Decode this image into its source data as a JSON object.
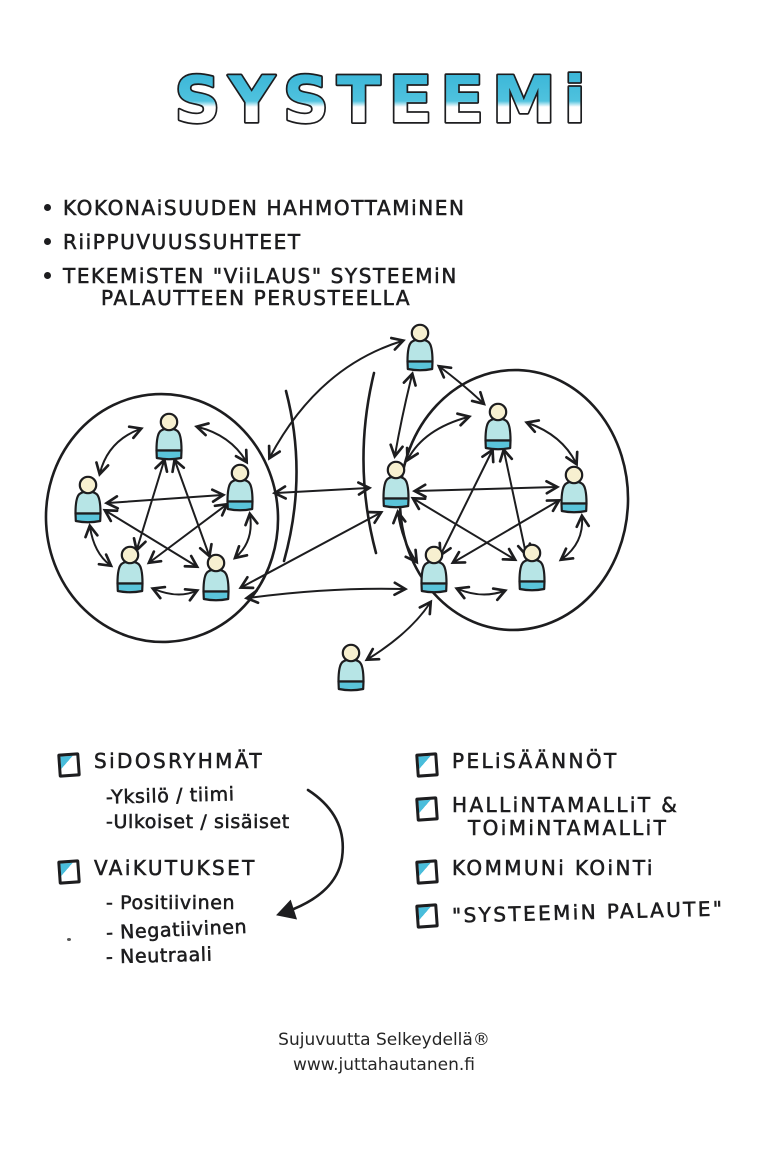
{
  "title": {
    "text": "SYSTEEMi"
  },
  "colors": {
    "ink": "#1d1d1f",
    "title_fill": "#3cb8d8",
    "person_head": "#f7f0d0",
    "person_body": "#b7e5e6",
    "person_band": "#5ac4da",
    "checkbox_accent": "#49bddb"
  },
  "bullets": {
    "items": [
      {
        "text": "KOKONAiSUUDEN HAHMOTTAMiNEN"
      },
      {
        "text": "RiiPPUVUUSSUHTEET"
      },
      {
        "text": "TEKEMiSTEN \"ViiLAUS\" SYSTEEMiN"
      },
      {
        "text": "PALAUTTEEN PERUSTEELLA"
      }
    ]
  },
  "diagram": {
    "description": "two overlapping team circles of peg-figures linked by bidirectional arrows",
    "groups": [
      {
        "name": "left-team-circle",
        "people": 5
      },
      {
        "name": "right-team-circle",
        "people": 5
      }
    ],
    "loose_individuals": 2,
    "arrow_style": "double-headed"
  },
  "left_list": {
    "sections": [
      {
        "heading": "SiDOSRYHMÄT",
        "items": [
          "-Yksilö / tiimi",
          "-Ulkoiset / sisäiset"
        ]
      },
      {
        "heading": "VAiKUTUKSET",
        "items": [
          "- Positiivinen",
          "- Negatiivinen",
          "- Neutraali"
        ]
      }
    ]
  },
  "right_list": {
    "items": [
      {
        "line1": "PELiSÄÄNNÖT",
        "line2": ""
      },
      {
        "line1": "HALLiNTAMALLiT &",
        "line2": "TOiMiNTAMALLiT"
      },
      {
        "line1": "KOMMUNi KOiNTi",
        "line2": ""
      },
      {
        "line1": "\"SYSTEEMiN PALAUTE\"",
        "line2": ""
      }
    ]
  },
  "footer": {
    "brand": "Sujuvuutta Selkeydellä®",
    "url": "www.juttahautanen.fi"
  }
}
